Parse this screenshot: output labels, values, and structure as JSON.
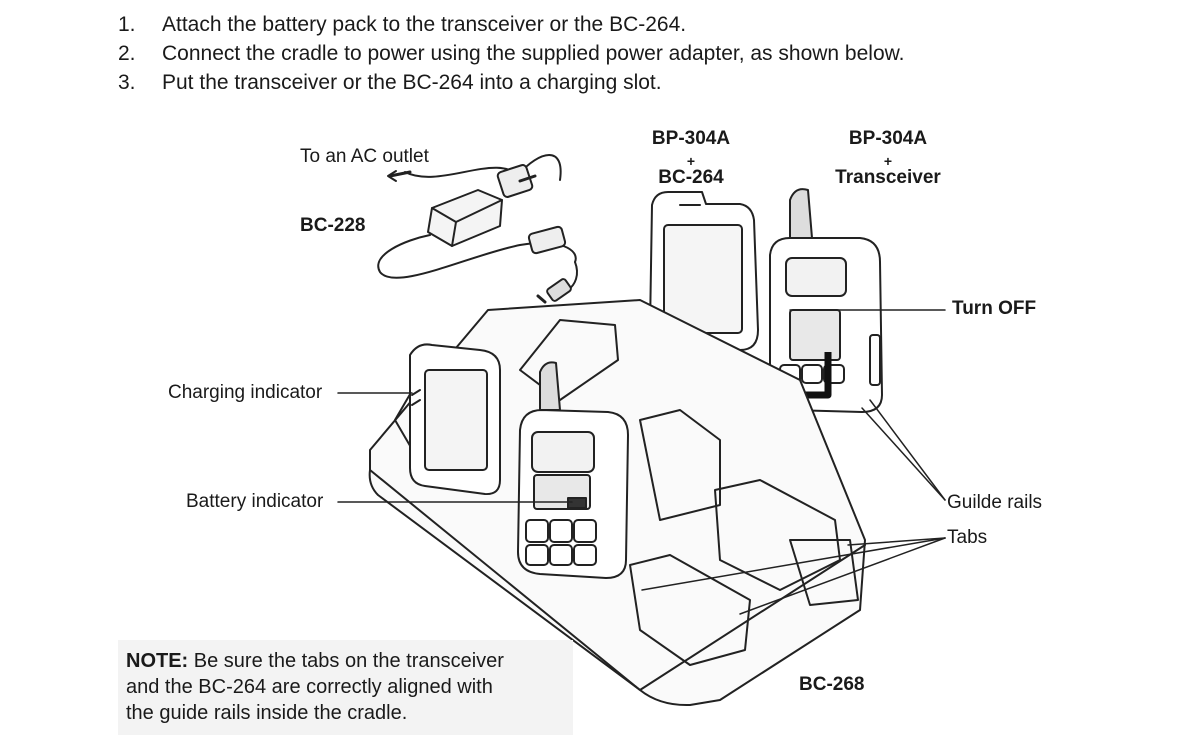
{
  "steps": [
    {
      "num": "1.",
      "text": "Attach the battery pack to the transceiver or the BC-264."
    },
    {
      "num": "2.",
      "text": "Connect the cradle to power using the supplied power adapter, as shown below."
    },
    {
      "num": "3.",
      "text": "Put the transceiver or the BC-264 into a charging slot."
    }
  ],
  "labels": {
    "ac_outlet": "To an AC outlet",
    "adapter": "BC-228",
    "pack1_line1": "BP-304A",
    "pack1_plus": "+",
    "pack1_line2": "BC-264",
    "pack2_line1": "BP-304A",
    "pack2_plus": "+",
    "pack2_line2": "Transceiver",
    "turn_off": "Turn OFF",
    "charging_indicator": "Charging indicator",
    "battery_indicator": "Battery indicator",
    "guide_rails": "Guilde rails",
    "tabs": "Tabs",
    "cradle": "BC-268"
  },
  "note": {
    "heading": "NOTE:",
    "line1_rest": " Be sure the tabs on the transceiver",
    "line2": "and the BC-264 are correctly aligned with",
    "line3": "the guide rails inside the cradle."
  }
}
